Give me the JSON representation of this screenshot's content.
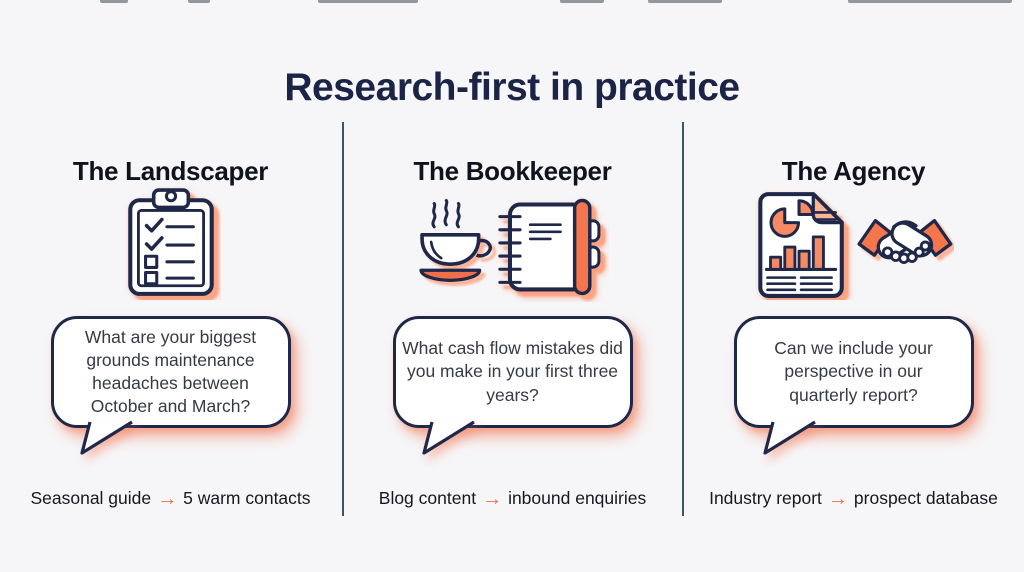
{
  "page": {
    "title": "Research-first in practice",
    "background": "#f6f6f8"
  },
  "colors": {
    "navy_stroke": "#1f2849",
    "title_navy": "#1b2447",
    "heading_black": "#10131e",
    "orange": "#ef6f48",
    "orange_fill": "#f58a64",
    "orange_glow": "#f9a585",
    "divider": "#3a5468",
    "bubble_text": "#363a45"
  },
  "arrow_glyph": "→",
  "columns": [
    {
      "heading": "The Landscaper",
      "icon": "clipboard-checklist",
      "question": "What are your biggest grounds maintenance headaches between October and March?",
      "result": {
        "from": "Seasonal guide",
        "to": "5 warm contacts"
      }
    },
    {
      "heading": "The Bookkeeper",
      "icon": "coffee-cup-and-notebook",
      "question": "What cash flow mistakes did you make in your first three years?",
      "result": {
        "from": "Blog content",
        "to": "inbound enquiries"
      }
    },
    {
      "heading": "The Agency",
      "icon": "report-and-handshake",
      "question": "Can we include your perspective in our quarterly report?",
      "result": {
        "from": "Industry report",
        "to": "prospect database"
      }
    }
  ]
}
